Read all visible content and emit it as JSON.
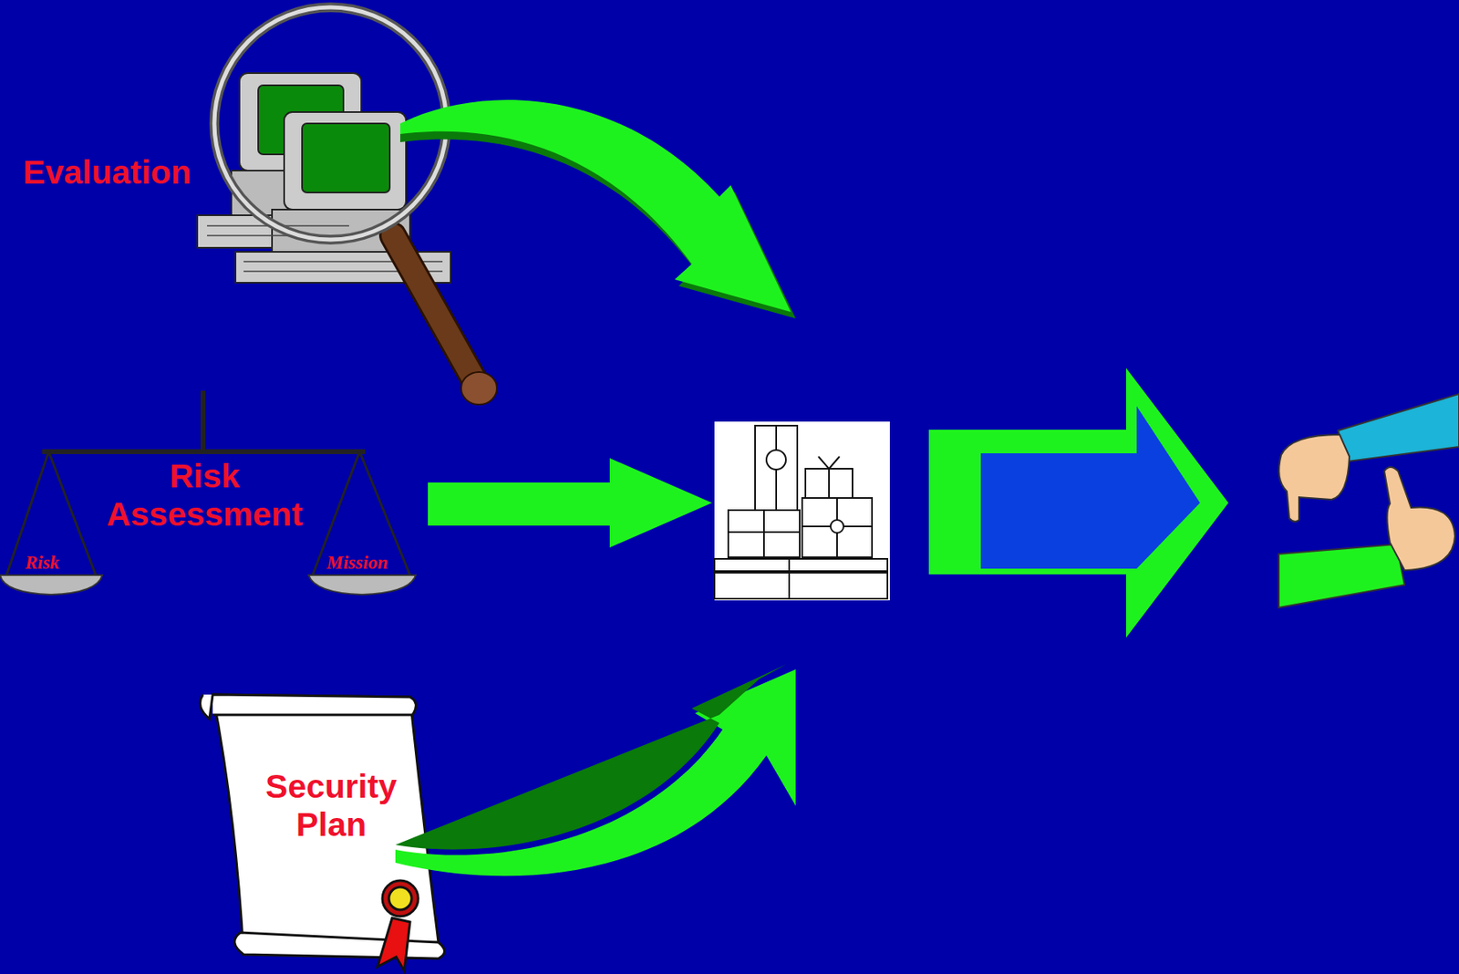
{
  "diagram": {
    "nodes": [
      {
        "text": [
          "Evaluation"
        ]
      },
      {
        "text": [
          "Risk Assessment"
        ]
      },
      {
        "text": [
          "Security Plan"
        ]
      }
    ],
    "labels": [
      "Risk",
      "Mission"
    ]
  }
}
